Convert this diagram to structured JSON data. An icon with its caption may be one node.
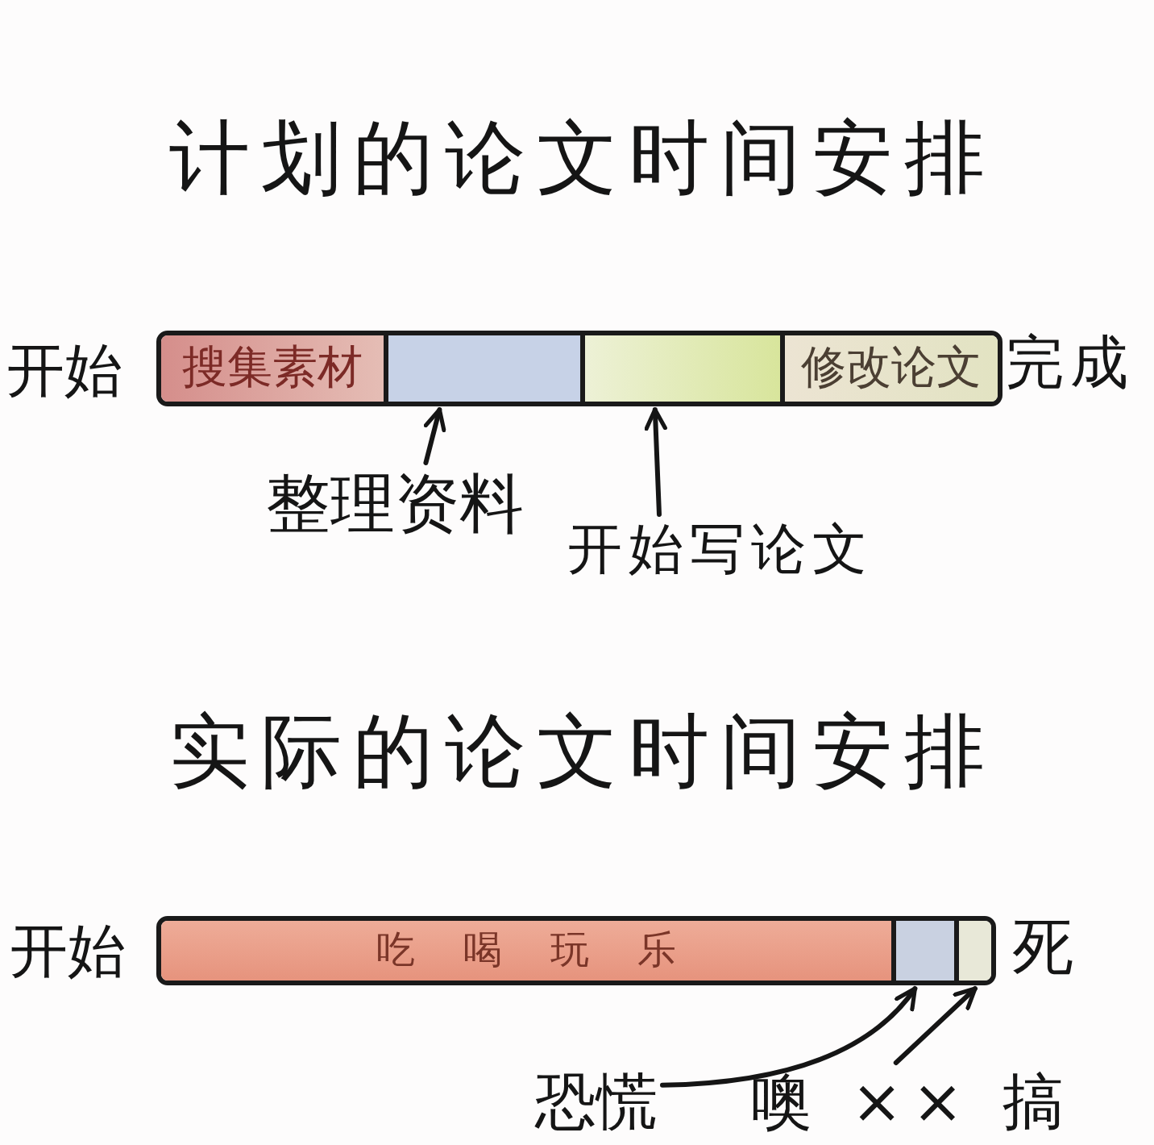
{
  "diagram": {
    "nodes": [
      {
        "text": [],
        "shape": "bar",
        "beside": [
          "开始",
          "完成"
        ]
      },
      {
        "text": [
          "搜集素材"
        ],
        "in": 0
      },
      {
        "text": [],
        "shape": "box",
        "in": 0
      },
      {
        "text": [],
        "shape": "box",
        "in": 0
      },
      {
        "text": [
          "修改论文"
        ],
        "in": 0
      },
      {
        "text": [
          "整理资料"
        ]
      },
      {
        "text": [
          "开始写论文"
        ]
      },
      {
        "text": [],
        "shape": "bar",
        "beside": [
          "开始",
          "死"
        ]
      },
      {
        "text": [
          "吃喝玩乐"
        ],
        "in": 7
      },
      {
        "text": [],
        "shape": "box",
        "in": 7
      },
      {
        "text": [],
        "shape": "box",
        "in": 7
      },
      {
        "text": [
          "恐慌"
        ]
      },
      {
        "text": [
          "噢 ×× 搞"
        ]
      }
    ],
    "edges": [
      {
        "from": 5,
        "to": 2,
        "arrow": "to"
      },
      {
        "from": 6,
        "to": 3,
        "arrow": "to"
      },
      {
        "from": 11,
        "to": 9,
        "arrow": "to"
      },
      {
        "from": 12,
        "to": 10,
        "arrow": "to"
      }
    ],
    "labels": [
      "计划的论文时间安排",
      "实际的论文时间安排"
    ]
  }
}
